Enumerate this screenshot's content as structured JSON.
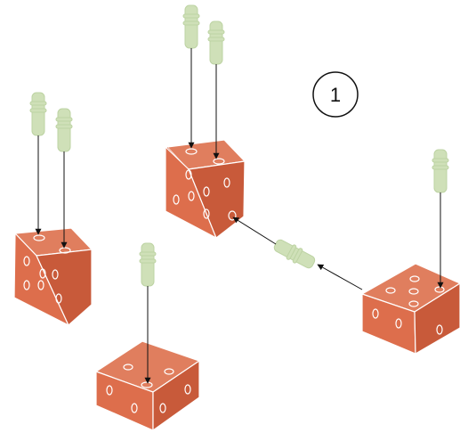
{
  "step": {
    "number": "1"
  },
  "colors": {
    "block_top": "#E07E5E",
    "block_left": "#DD6E4C",
    "block_right": "#C85A3A",
    "block_edge": "#FFFFFF",
    "dowel": "#CFE0B8",
    "dowel_edge": "#BDD3A3",
    "arrow": "#111111"
  },
  "parts": {
    "blocks": [
      "brick-center",
      "brick-left",
      "brick-bottom",
      "brick-right"
    ],
    "dowels": [
      "dowel-center-a",
      "dowel-center-b",
      "dowel-left-a",
      "dowel-left-b",
      "dowel-bottom",
      "dowel-right",
      "dowel-connector"
    ],
    "arrows": [
      "arrow-center-a",
      "arrow-center-b",
      "arrow-left-a",
      "arrow-left-b",
      "arrow-bottom",
      "arrow-right",
      "arrow-connector-1",
      "arrow-connector-2"
    ]
  }
}
